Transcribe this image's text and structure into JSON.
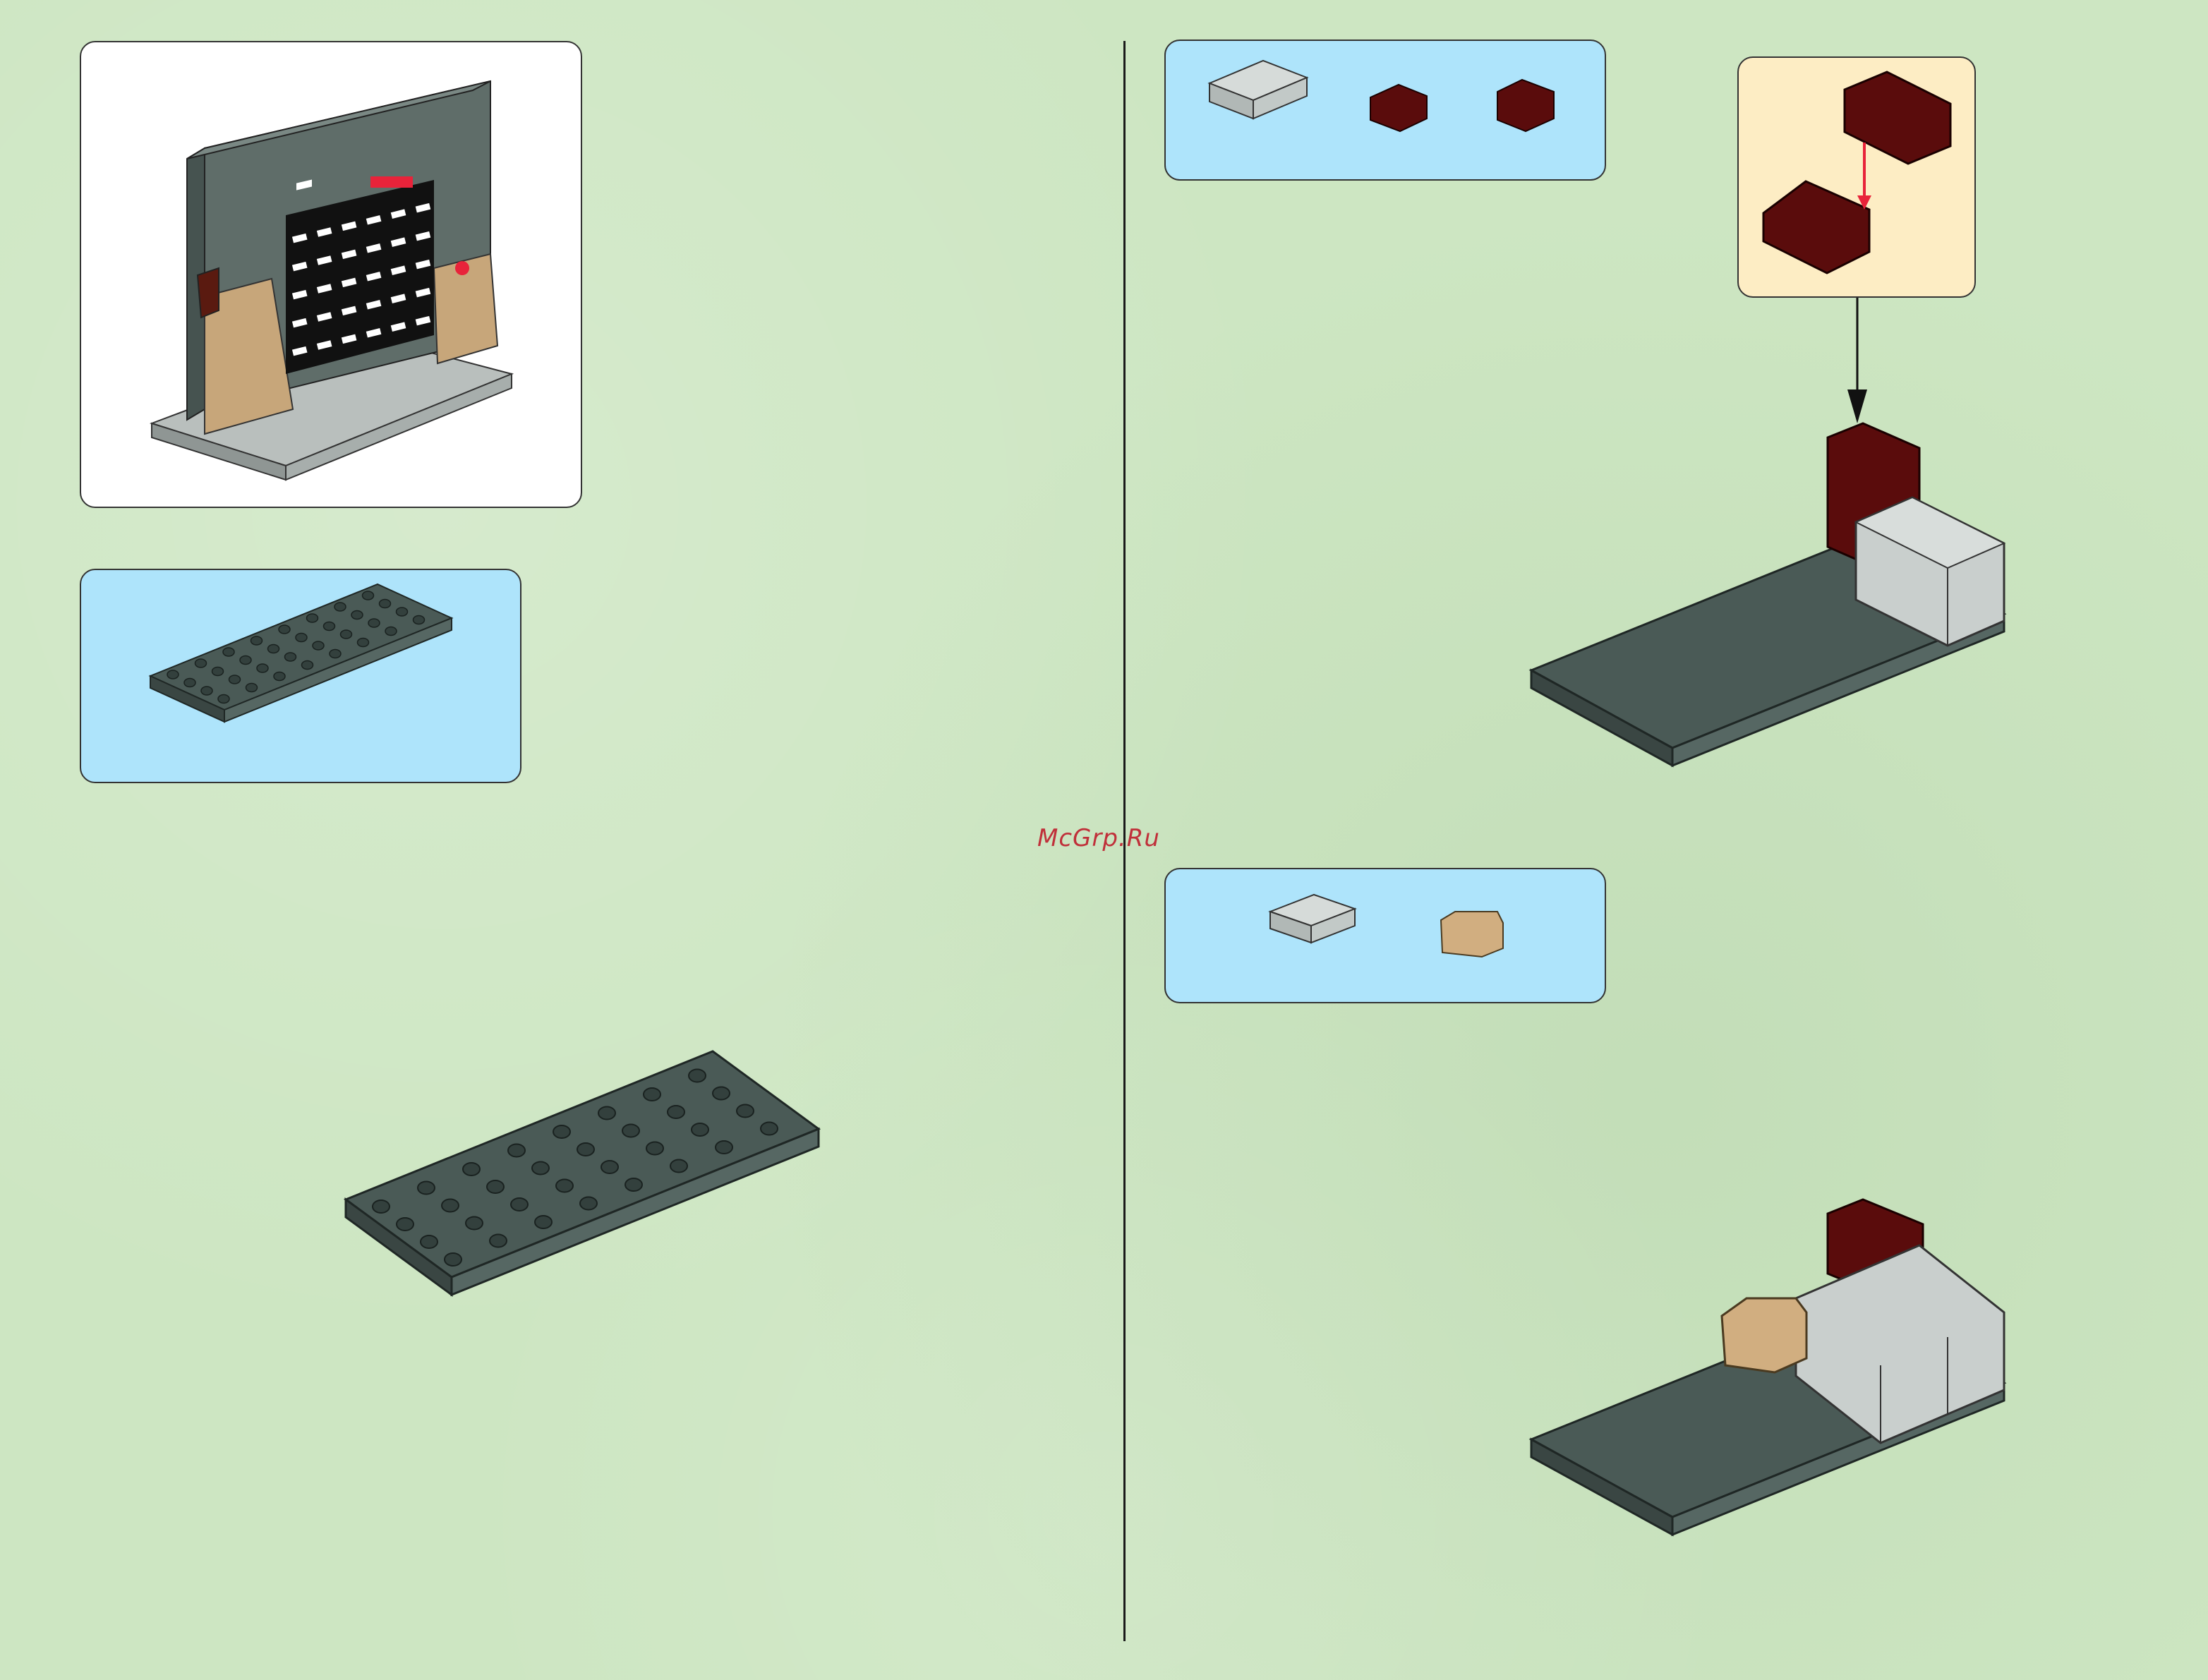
{
  "watermark": "McGrp.Ru",
  "colors": {
    "background": "#cde6c2",
    "parts_panel": "#aee4fb",
    "callout_panel": "#fdedc4",
    "dark_grey_plate": "#4a5a56",
    "light_grey_brick": "#c9cfcd",
    "dark_red_brick": "#5a0c0c",
    "tan_brick": "#d1ae80",
    "arrow_red": "#e8233a"
  },
  "steps": [
    {
      "name": "overview",
      "parts": []
    },
    {
      "name": "step-1",
      "parts": [
        "plate-4x8-dark-grey"
      ]
    },
    {
      "name": "step-2",
      "parts": [
        "brick-2x4-light-grey",
        "hinge-brick-dark-red",
        "hinge-top-dark-red"
      ]
    },
    {
      "name": "step-3",
      "parts": [
        "brick-1x3-light-grey",
        "brick-round-1x2-tan"
      ]
    }
  ]
}
